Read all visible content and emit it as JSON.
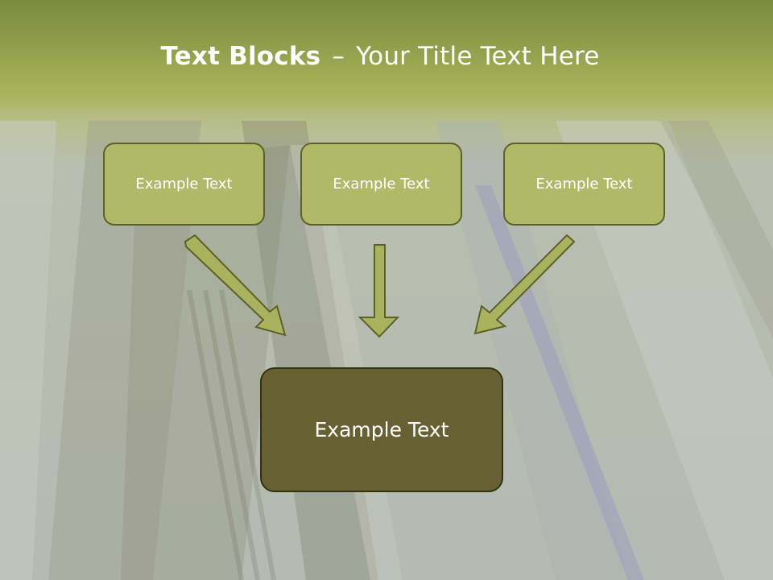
{
  "slide": {
    "title_bold": "Text Blocks",
    "title_separator": "–",
    "title_rest": "Your Title Text Here",
    "boxes": [
      {
        "label": "Example Text"
      },
      {
        "label": "Example Text"
      },
      {
        "label": "Example Text"
      }
    ],
    "main_box": {
      "label": "Example Text"
    },
    "colors": {
      "header": "#93a04d",
      "box_fill": "#afb967",
      "box_border": "#5b6227",
      "main_fill": "#666033",
      "arrow_fill": "#a9b35f"
    }
  }
}
